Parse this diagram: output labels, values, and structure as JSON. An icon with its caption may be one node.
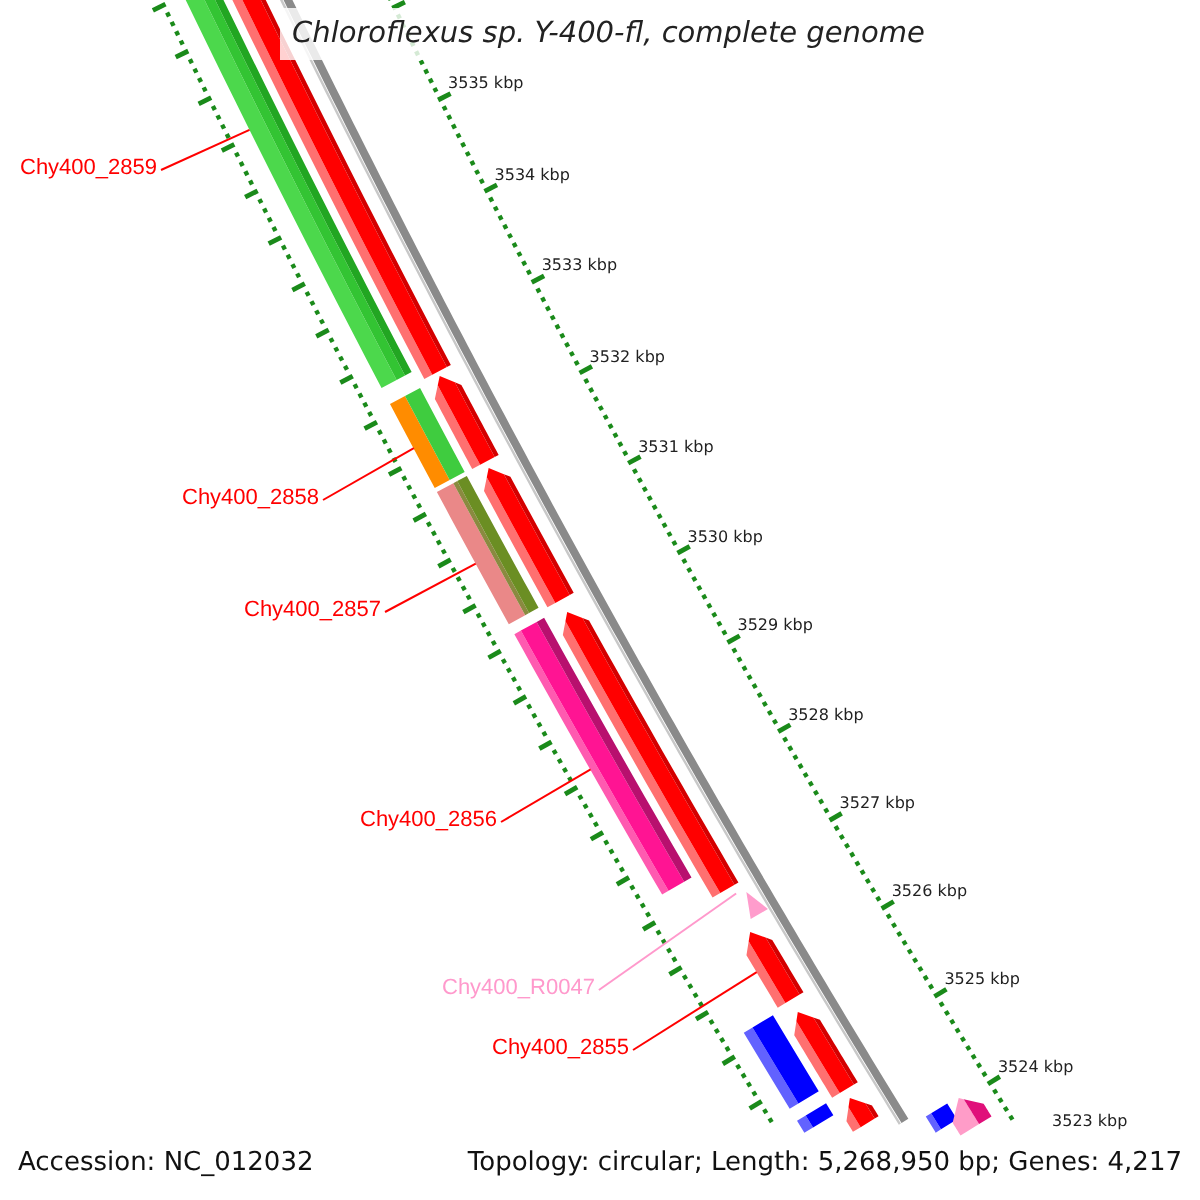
{
  "diagram": {
    "title": "Chloroflexus sp. Y-400-fl, complete genome",
    "nodes": [
      {
        "text": [
          "Chy400_2859"
        ]
      },
      {
        "text": [
          "Chy400_2858"
        ]
      },
      {
        "text": [
          "Chy400_2857"
        ]
      },
      {
        "text": [
          "Chy400_2856"
        ]
      },
      {
        "text": [
          "Chy400_R0047"
        ]
      },
      {
        "text": [
          "Chy400_2855"
        ]
      },
      {
        "text": [],
        "shape": "bar"
      },
      {
        "text": [],
        "shape": "bar"
      },
      {
        "text": [],
        "shape": "bar"
      },
      {
        "text": [],
        "shape": "bar"
      },
      {
        "text": [],
        "shape": "bar"
      },
      {
        "text": [],
        "shape": "bar"
      },
      {
        "text": [],
        "shape": "bar"
      },
      {
        "text": [],
        "shape": "bar"
      },
      {
        "text": [],
        "shape": "triangle"
      },
      {
        "text": [],
        "shape": "bar"
      },
      {
        "text": [],
        "shape": "bar"
      },
      {
        "text": [],
        "shape": "bar"
      },
      {
        "text": [],
        "shape": "bar"
      },
      {
        "text": [],
        "shape": "bar"
      },
      {
        "text": [],
        "shape": "bar"
      },
      {
        "text": [],
        "shape": "bar"
      }
    ],
    "edges": [
      {
        "from": 0,
        "to": 6,
        "arrow": "none"
      },
      {
        "from": 1,
        "to": 9,
        "arrow": "none"
      },
      {
        "from": 2,
        "to": 11,
        "arrow": "none"
      },
      {
        "from": 3,
        "to": 13,
        "arrow": "none"
      },
      {
        "from": 4,
        "to": 14,
        "arrow": "none",
        "color": "#ff99cc"
      },
      {
        "from": 5,
        "to": 15,
        "arrow": "none"
      }
    ],
    "labels": [
      "3535 kbp",
      "3534 kbp",
      "3533 kbp",
      "3532 kbp",
      "3531 kbp",
      "3530 kbp",
      "3529 kbp",
      "3528 kbp",
      "3527 kbp",
      "3526 kbp",
      "3525 kbp",
      "3524 kbp",
      "3523 kbp",
      "Accession: NC_012032",
      "Topology: circular; Length: 5,268,950 bp; Genes: 4,217"
    ]
  }
}
